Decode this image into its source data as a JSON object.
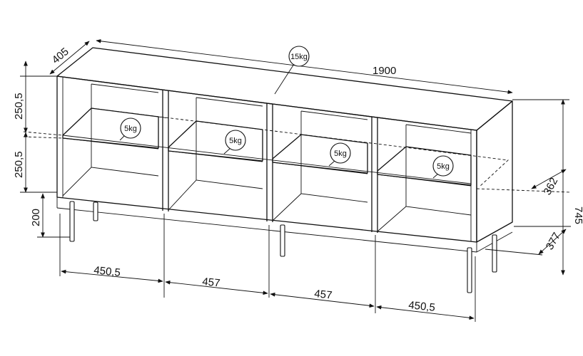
{
  "dimensions": {
    "width": "1900",
    "depth": "405",
    "height_total": "745",
    "shelf_height_upper": "250,5",
    "shelf_height_lower": "250,5",
    "leg_height": "200",
    "inner_depth_upper": "362",
    "inner_depth_lower": "377",
    "compartment_1": "450,5",
    "compartment_2": "457",
    "compartment_3": "457",
    "compartment_4": "450,5"
  },
  "loads": {
    "top": "15kg",
    "shelf_1": "5kg",
    "shelf_2": "5kg",
    "shelf_3": "5kg",
    "shelf_4": "5kg"
  }
}
